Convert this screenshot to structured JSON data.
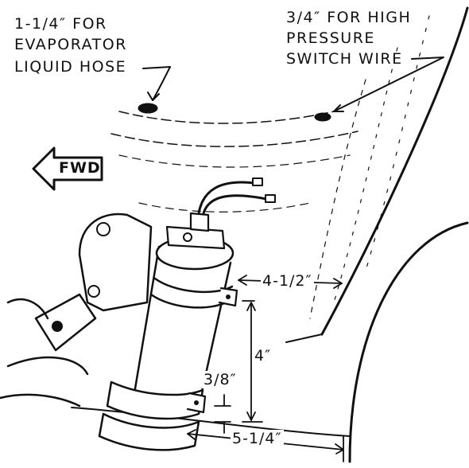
{
  "callouts": {
    "evaporator_line1": "1-1/4″ FOR",
    "evaporator_line2": "EVAPORATOR",
    "evaporator_line3": "LIQUID HOSE",
    "switch_line1": "3/4″ FOR HIGH",
    "switch_line2": "PRESSURE",
    "switch_line3": "SWITCH WIRE"
  },
  "direction": {
    "label": "FWD"
  },
  "dimensions": {
    "side_offset": "4-1/2″",
    "vertical": "4″",
    "small": "3/8″",
    "bottom_offset": "5-1/4″"
  },
  "colors": {
    "ink": "#111111",
    "paper": "#ffffff"
  }
}
